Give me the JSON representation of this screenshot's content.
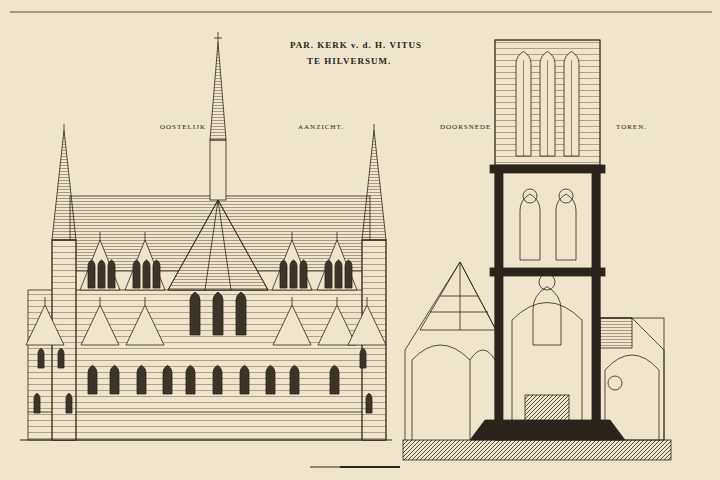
{
  "diagram": {
    "title": "PAR. KERK v. d. H. VITUS",
    "labels": [
      "TE HILVERSUM.",
      "OOSTELIJK",
      "AANZICHT.",
      "DOORSNEDE",
      "TOREN."
    ]
  }
}
